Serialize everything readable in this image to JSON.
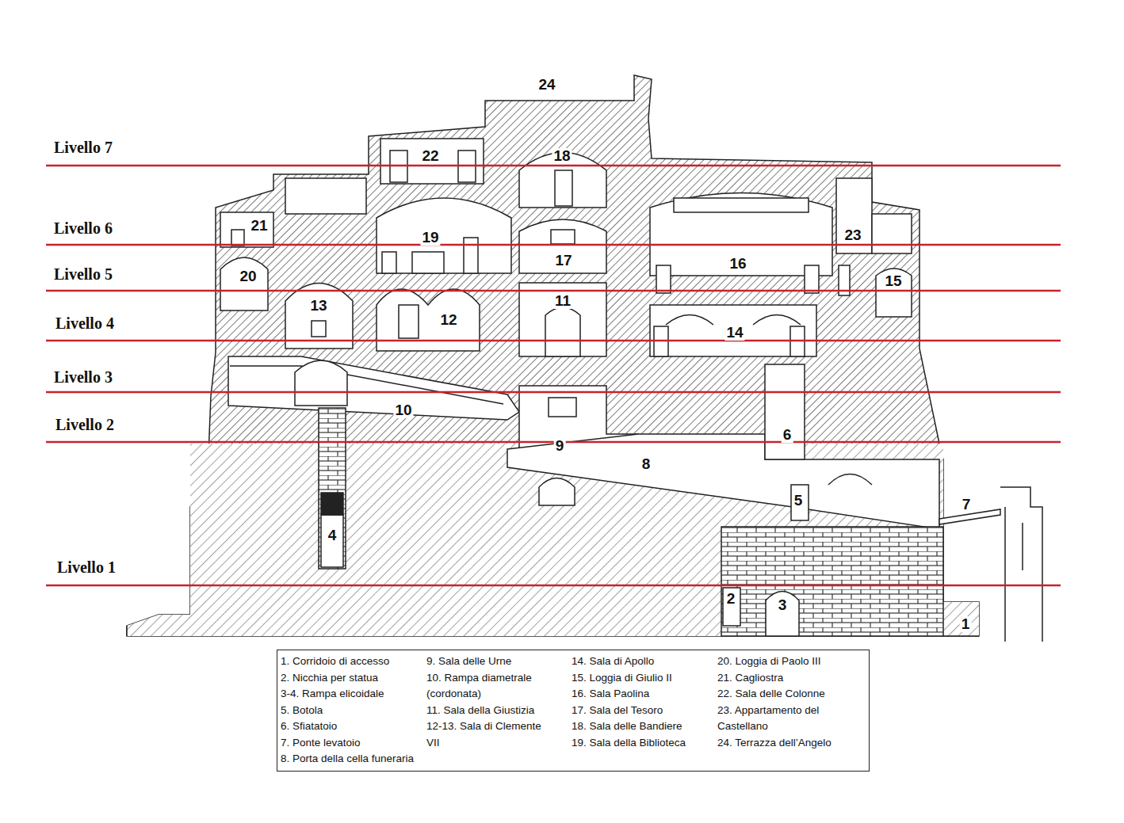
{
  "diagram": {
    "nodes": [
      {
        "text": [
          "1. Corridoio di accesso",
          "2. Nicchia per statua",
          "3-4. Rampa elicoidale",
          "5. Botola",
          "6. Sfiatatoio",
          "7. Ponte levatoio",
          "8. Porta della cella funeraria",
          "9. Sala delle Urne",
          "10. Rampa diametrale (cordonata)",
          "11. Sala della Giustizia",
          "12-13. Sala di Clemente VII",
          "14. Sala di Apollo",
          "15. Loggia di Giulio II",
          "16. Sala Paolina",
          "17. Sala del Tesoro",
          "18. Sala delle Bandiere",
          "19. Sala della Biblioteca",
          "20. Loggia di Paolo III",
          "21. Cagliostra",
          "22. Sala delle Colonne",
          "23. Appartamento del Castellano",
          "24. Terrazza dell’Angelo"
        ]
      }
    ],
    "labels": [
      "24",
      "Livello 7",
      "22",
      "18",
      "21",
      "Livello 6",
      "23",
      "19",
      "17",
      "16",
      "Livello 5",
      "20",
      "15",
      "11",
      "13",
      "12",
      "Livello 4",
      "14",
      "Livello 3",
      "10",
      "Livello 2",
      "6",
      "9",
      "8",
      "5",
      "7",
      "4",
      "Livello 1",
      "2",
      "3",
      "1"
    ]
  }
}
